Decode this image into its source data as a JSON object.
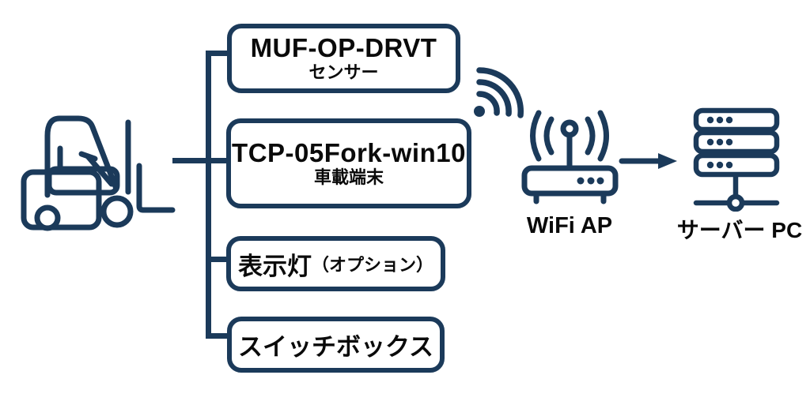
{
  "diagram": {
    "components": [
      {
        "title": "MUF-OP-DRVT",
        "subtitle": "センサー"
      },
      {
        "title": "TCP-05Fork-win10",
        "subtitle": "車載端末"
      },
      {
        "title": "表示灯",
        "note": "（オプション）"
      },
      {
        "title": "スイッチボックス"
      }
    ],
    "labels": {
      "wifi_ap": "WiFi AP",
      "server": "サーバー PC"
    },
    "icons": {
      "source": "forklift-icon",
      "signal": "wifi-signal-icon",
      "access_point": "wifi-router-icon",
      "flow": "arrow-right-icon",
      "server": "server-rack-icon"
    },
    "colors": {
      "ink": "#1b3a5a",
      "text": "#0a0a0a",
      "background": "#ffffff"
    }
  }
}
